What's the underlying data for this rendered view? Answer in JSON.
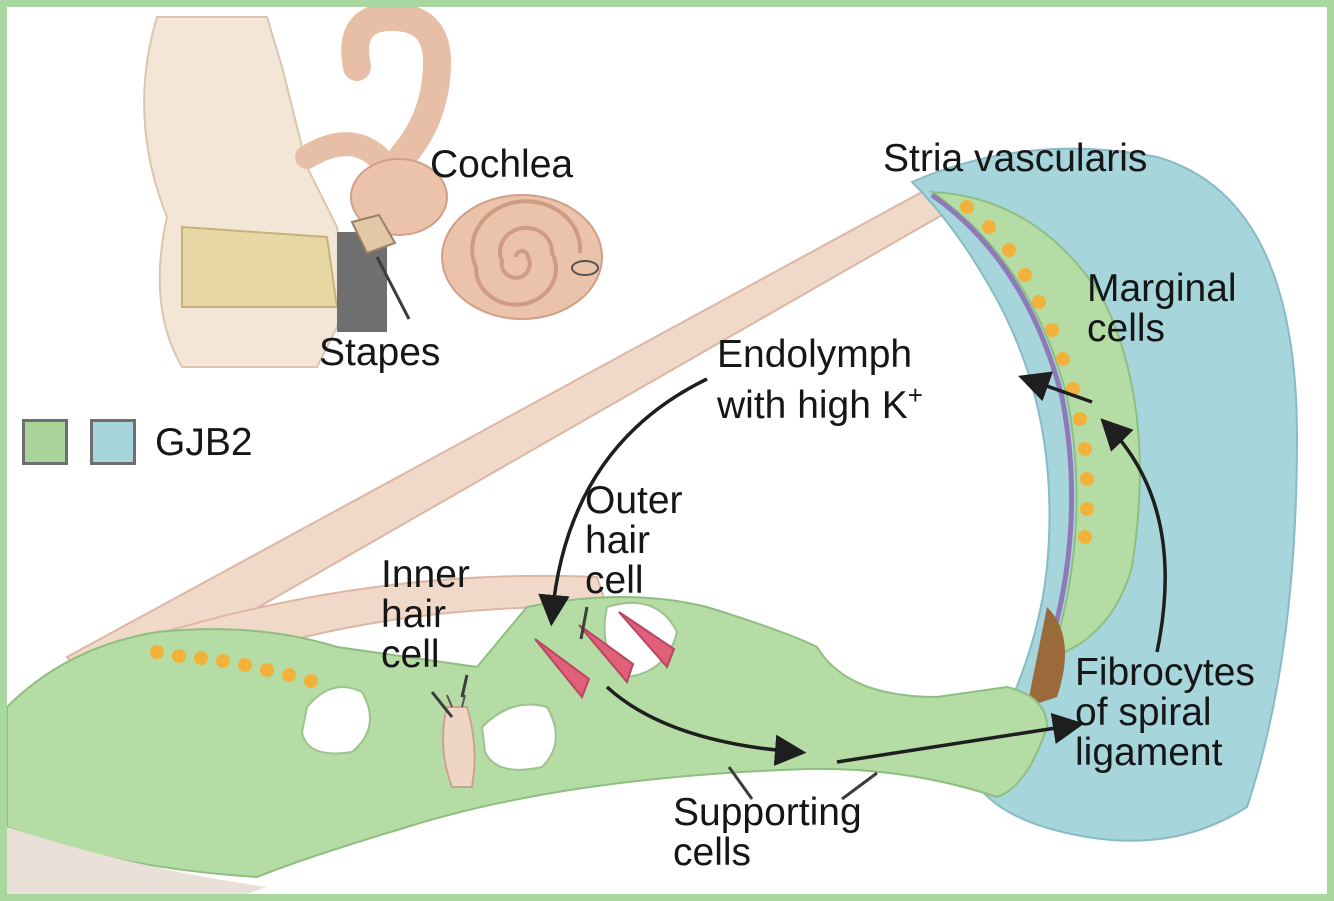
{
  "labels": {
    "cochlea": "Cochlea",
    "stapes": "Stapes",
    "stria_vascularis": "Stria vascularis",
    "marginal_cells": [
      "Marginal",
      "cells"
    ],
    "endolymph": [
      "Endolymph",
      "with high K"
    ],
    "k_superscript": "+",
    "outer_hair_cell": [
      "Outer",
      "hair",
      "cell"
    ],
    "inner_hair_cell": [
      "Inner",
      "hair",
      "cell"
    ],
    "fibrocytes": [
      "Fibrocytes",
      "of spiral",
      "ligament"
    ],
    "supporting_cells": [
      "Supporting",
      "cells"
    ]
  },
  "legend": {
    "label": "GJB2",
    "swatches": [
      "#a9d49a",
      "#a6d5dc"
    ]
  },
  "colors": {
    "frame": "#a8d8a0",
    "epithelium_green": "#b4dca4",
    "ligament_blue": "#a6d5dc",
    "membrane_pink": "#f1d9c9",
    "cochlea_pink": "#eac3aa",
    "gland_yellow": "#f2b13a",
    "stria_purple": "#8f79b8",
    "hair_cell_pink": "#e0607a",
    "arrow": "#1e1e1e"
  }
}
